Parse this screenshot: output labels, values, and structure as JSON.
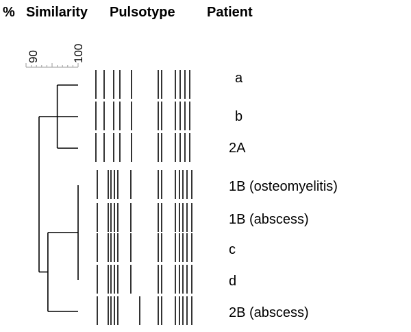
{
  "headers": {
    "percent": "%",
    "similarity": "Similarity",
    "pulsotype": "Pulsotype",
    "patient": "Patient"
  },
  "scale": {
    "min_label": "90",
    "max_label": "100",
    "min": 90,
    "max": 100
  },
  "patients": [
    {
      "label": "a"
    },
    {
      "label": "b"
    },
    {
      "label": "2A"
    },
    {
      "label": "1B (osteomyelitis)"
    },
    {
      "label": "1B (abscess)"
    },
    {
      "label": "c"
    },
    {
      "label": "d"
    },
    {
      "label": "2B (abscess)"
    }
  ],
  "dendrogram": {
    "merges": [
      {
        "id": "n1",
        "children": [
          "a",
          "b",
          "2A"
        ],
        "similarity": 96.0
      },
      {
        "id": "n2",
        "children": [
          "1B (osteomyelitis)",
          "1B (abscess)",
          "c",
          "d"
        ],
        "similarity": 100
      },
      {
        "id": "n3",
        "children": [
          "n2",
          "2B (abscess)"
        ],
        "similarity": 94.2
      },
      {
        "id": "root",
        "children": [
          "n1",
          "n3"
        ],
        "similarity": 92.5
      }
    ]
  }
}
